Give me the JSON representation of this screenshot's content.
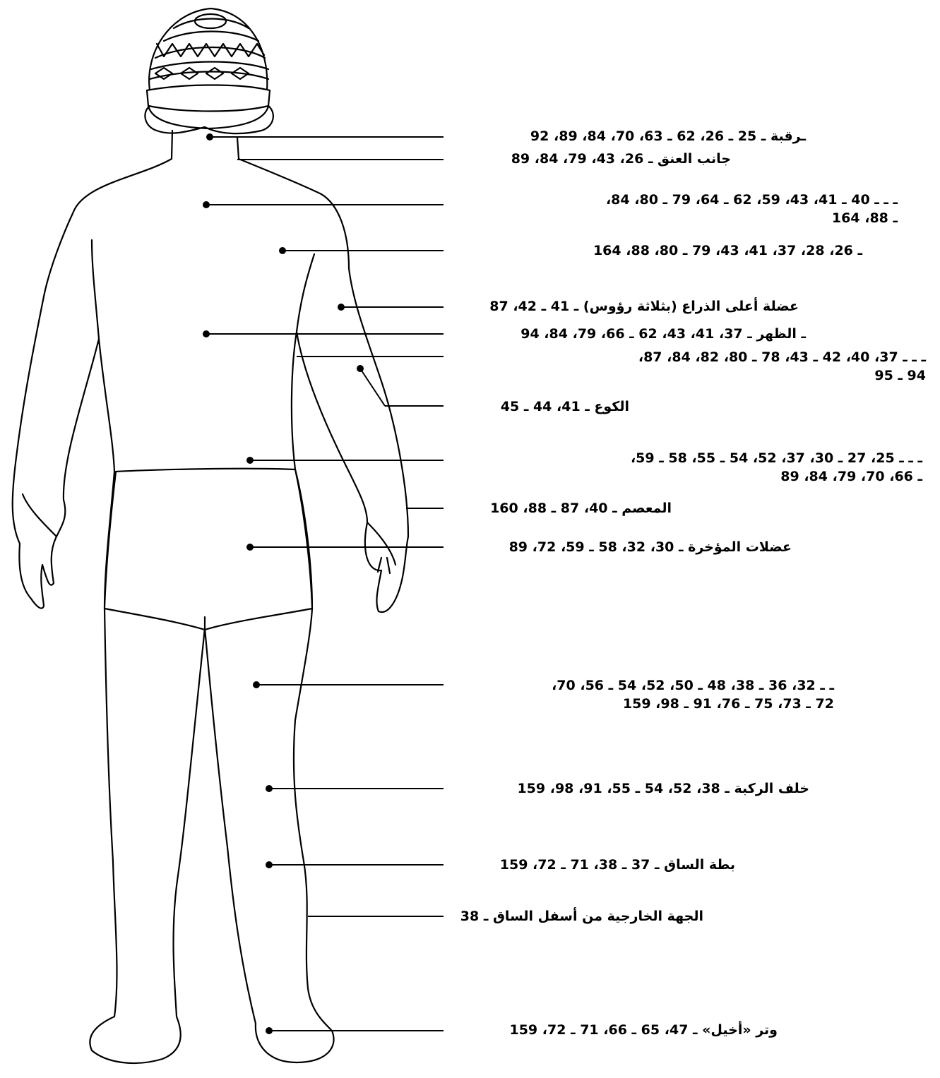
{
  "figure": {
    "colors": {
      "ink": "#000000",
      "background": "#ffffff"
    },
    "labels": [
      {
        "lines": [
          "ـرقبة ـ 25 ـ 26، 62 ـ 63، 70، 84، 89، 92"
        ]
      },
      {
        "lines": [
          "جانب العنق ـ 26، 43، 79، 84، 89"
        ]
      },
      {
        "lines": [
          "ـ ـ ـ 40 ـ 41، 43، 59، 62 ـ 64، 79 ـ 80، 84،",
          "ـ 88، 164"
        ]
      },
      {
        "lines": [
          "ـ 26، 28، 37، 41، 43، 79 ـ 80، 88، 164"
        ]
      },
      {
        "lines": [
          "عضلة أعلى الذراع (بثلاثة رؤوس) ـ 41 ـ 42، 87"
        ]
      },
      {
        "lines": [
          "ـ الظهر ـ 37، 41، 43، 62 ـ 66، 79، 84، 94"
        ]
      },
      {
        "lines": [
          "ـ ـ ـ 37، 40، 42 ـ 43، 78 ـ 80، 82، 84، 87،",
          "94 ـ 95"
        ]
      },
      {
        "lines": [
          "الكوع ـ 41، 44 ـ 45"
        ]
      },
      {
        "lines": [
          "ـ ـ ـ 25، 27 ـ 30، 37، 52، 54 ـ 55، 58 ـ 59،",
          "ـ 66، 70، 79، 84، 89"
        ]
      },
      {
        "lines": [
          "المعصم ـ 40، 87 ـ 88، 160"
        ]
      },
      {
        "lines": [
          "عضلات المؤخرة ـ 30، 32، 58 ـ 59، 72، 89"
        ]
      },
      {
        "lines": [
          "ـ ـ 32، 36 ـ 38، 48 ـ 50، 52، 54 ـ 56، 70،",
          "72 ـ 73، 75 ـ 76، 91 ـ 98، 159"
        ]
      },
      {
        "lines": [
          "خلف الركبة ـ 38، 52، 54 ـ 55، 91، 98، 159"
        ]
      },
      {
        "lines": [
          "بطة الساق ـ 37 ـ 38، 71 ـ 72، 159"
        ]
      },
      {
        "lines": [
          "الجهة الخارجية من أسفل الساق ـ 38"
        ]
      },
      {
        "lines": [
          "وتر «أخيل» ـ 47، 65 ـ 66، 71 ـ 72، 159"
        ]
      }
    ]
  }
}
